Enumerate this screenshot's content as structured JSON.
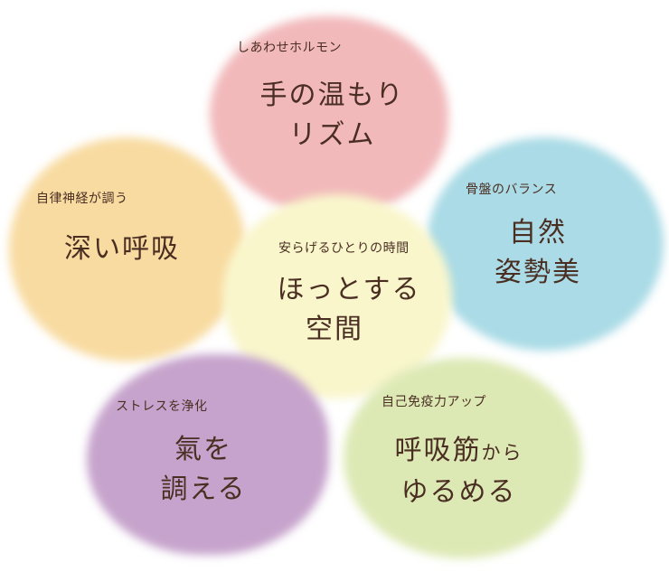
{
  "petals": [
    {
      "id": "pink",
      "color": "#f2b9bb",
      "subtitle": "しあわせホルモン",
      "line1": "手の温もり",
      "line2": "リズム"
    },
    {
      "id": "orange",
      "color": "#f8dba1",
      "subtitle": "自律神経が調う",
      "line1": "深い呼吸"
    },
    {
      "id": "blue",
      "color": "#aadbe6",
      "subtitle": "骨盤のバランス",
      "line1": "自然",
      "line2": "姿勢美"
    },
    {
      "id": "yellow",
      "color": "#f9f6cc",
      "subtitle": "安らげるひとりの時間",
      "line1": "ほっとする",
      "line2": "空間"
    },
    {
      "id": "purple",
      "color": "#c6a3cc",
      "subtitle": "ストレスを浄化",
      "line1": "氣を",
      "line2": "調える"
    },
    {
      "id": "green",
      "color": "#dde9b5",
      "subtitle": "自己免疫力アップ",
      "line1": "呼吸筋",
      "line1_suffix": "から",
      "line2": "ゆるめる"
    }
  ]
}
